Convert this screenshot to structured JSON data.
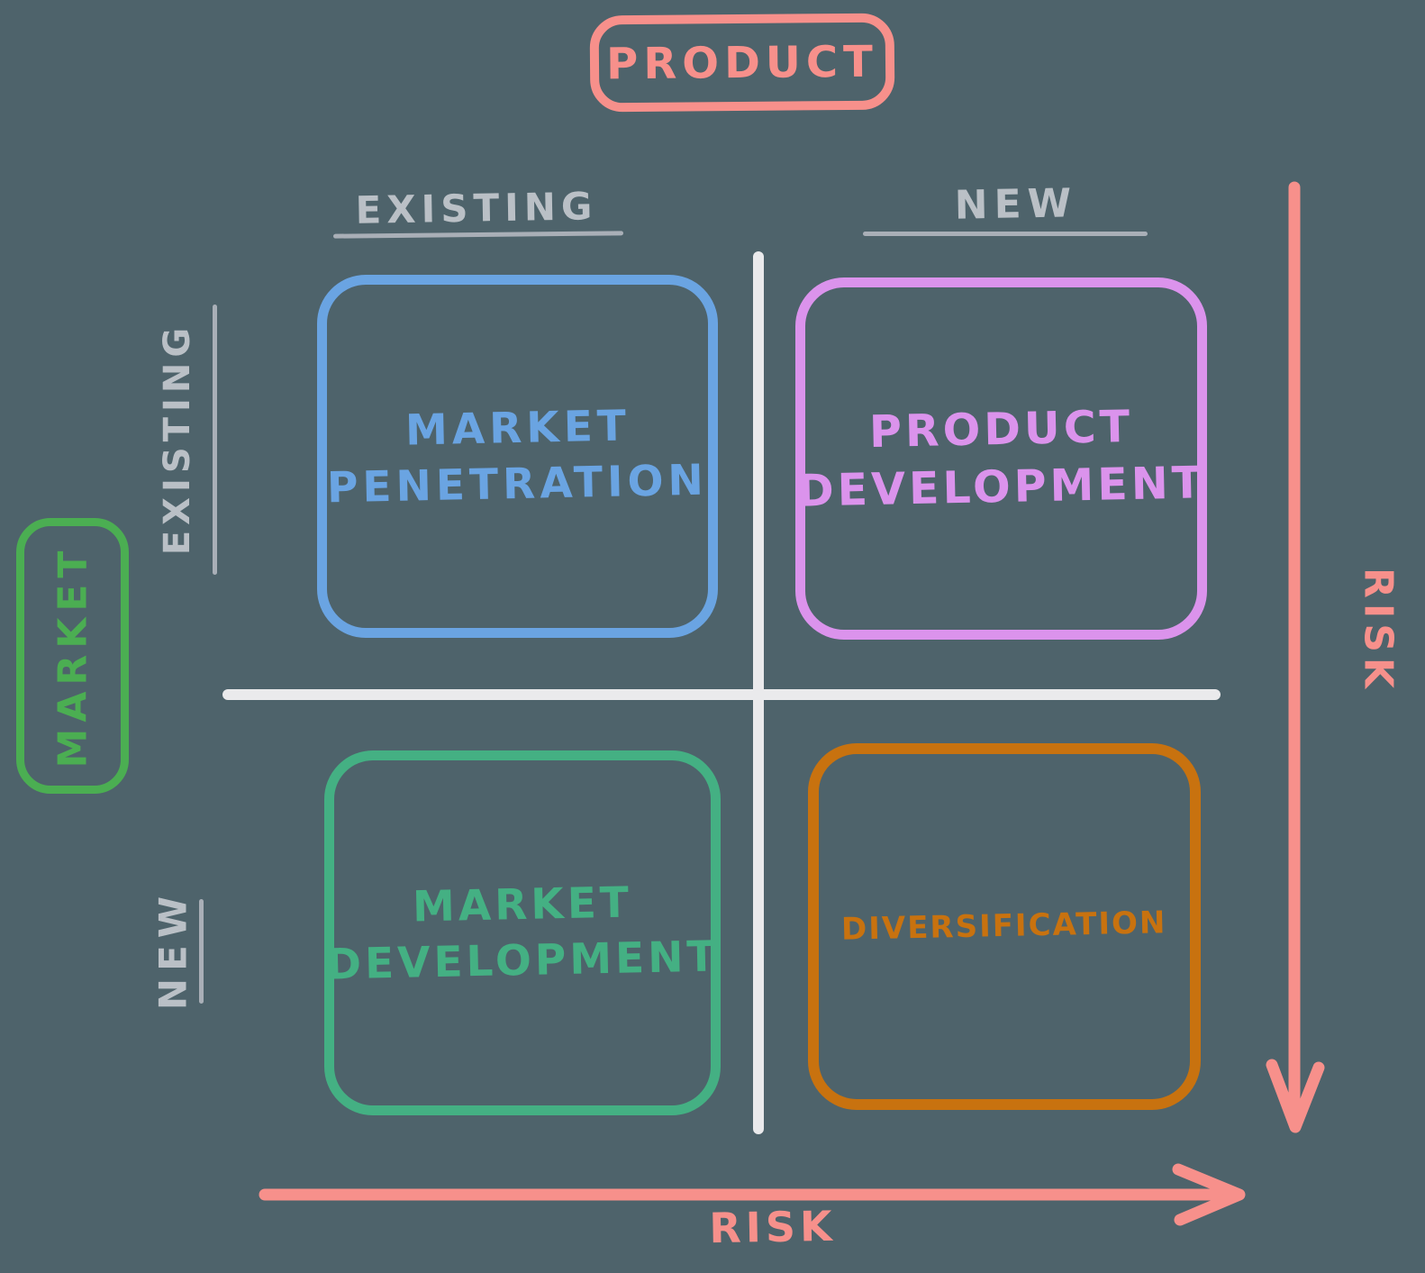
{
  "diagram_title": "PRODUCT / MARKET risk matrix",
  "axes": {
    "product": "PRODUCT",
    "market": "MARKET",
    "col_existing": "EXISTING",
    "col_new": "NEW",
    "row_existing": "EXISTING",
    "row_new": "NEW",
    "risk_right": "RISK",
    "risk_bottom": "RISK"
  },
  "quadrants": {
    "market_penetration": {
      "line1": "MARKET",
      "line2": "PENETRATION"
    },
    "product_development": {
      "line1": "PRODUCT",
      "line2": "DEVELOPMENT"
    },
    "market_development": {
      "line1": "MARKET",
      "line2": "DEVELOPMENT"
    },
    "diversification": {
      "line1": "DIVERSIFICATION"
    }
  },
  "colors": {
    "background": "#4E636B",
    "salmon": "#F7908B",
    "label_gray": "#BAC0C6",
    "underline_gray": "#A9AFB7",
    "divider_white": "#EAEAEC",
    "blue": "#6AA4E2",
    "purple": "#DB93EC",
    "green": "#4BAE52",
    "teal": "#44B083",
    "orange": "#C8720F"
  }
}
